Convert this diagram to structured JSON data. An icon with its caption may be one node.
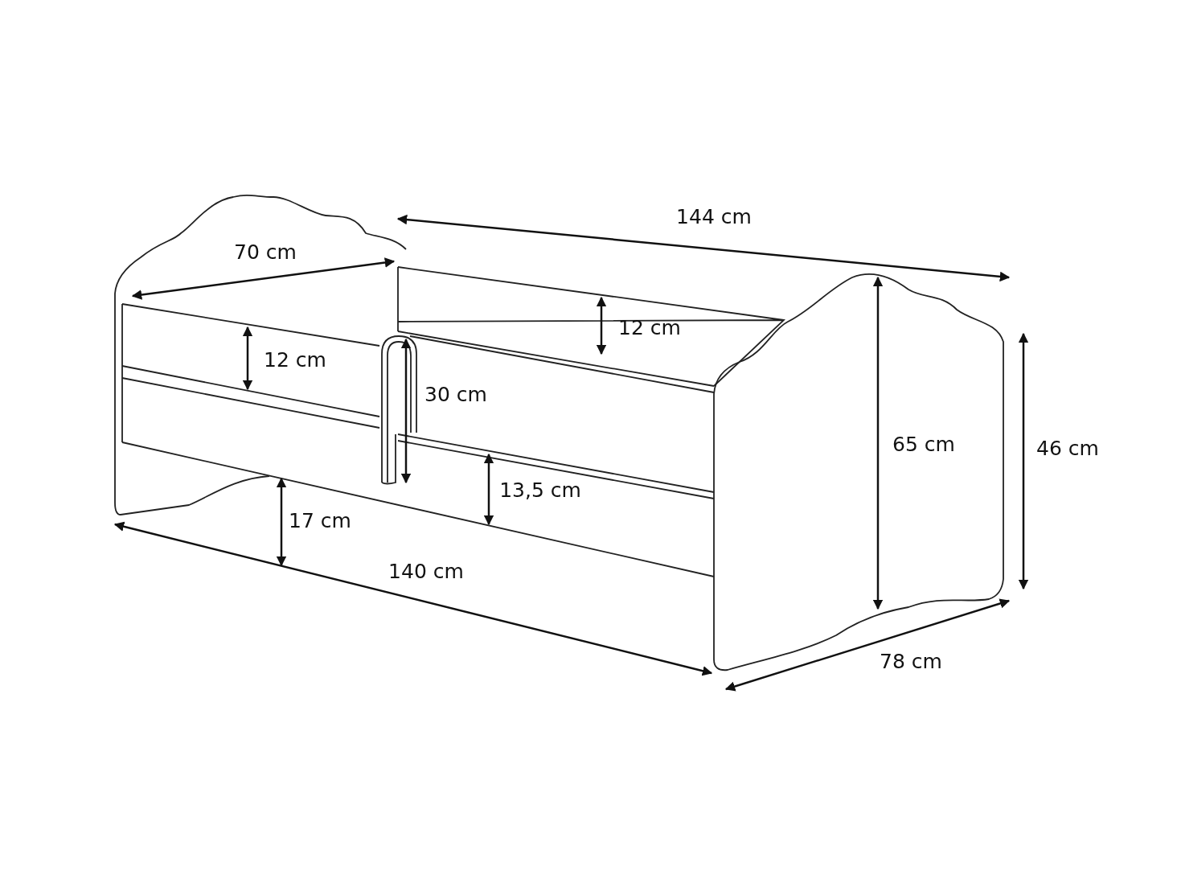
{
  "diagram": {
    "labels": [
      "144 cm",
      "70 cm",
      "12 cm",
      "12 cm",
      "30 cm",
      "65 cm",
      "46 cm",
      "13,5 cm",
      "17 cm",
      "140 cm",
      "78 cm"
    ]
  }
}
